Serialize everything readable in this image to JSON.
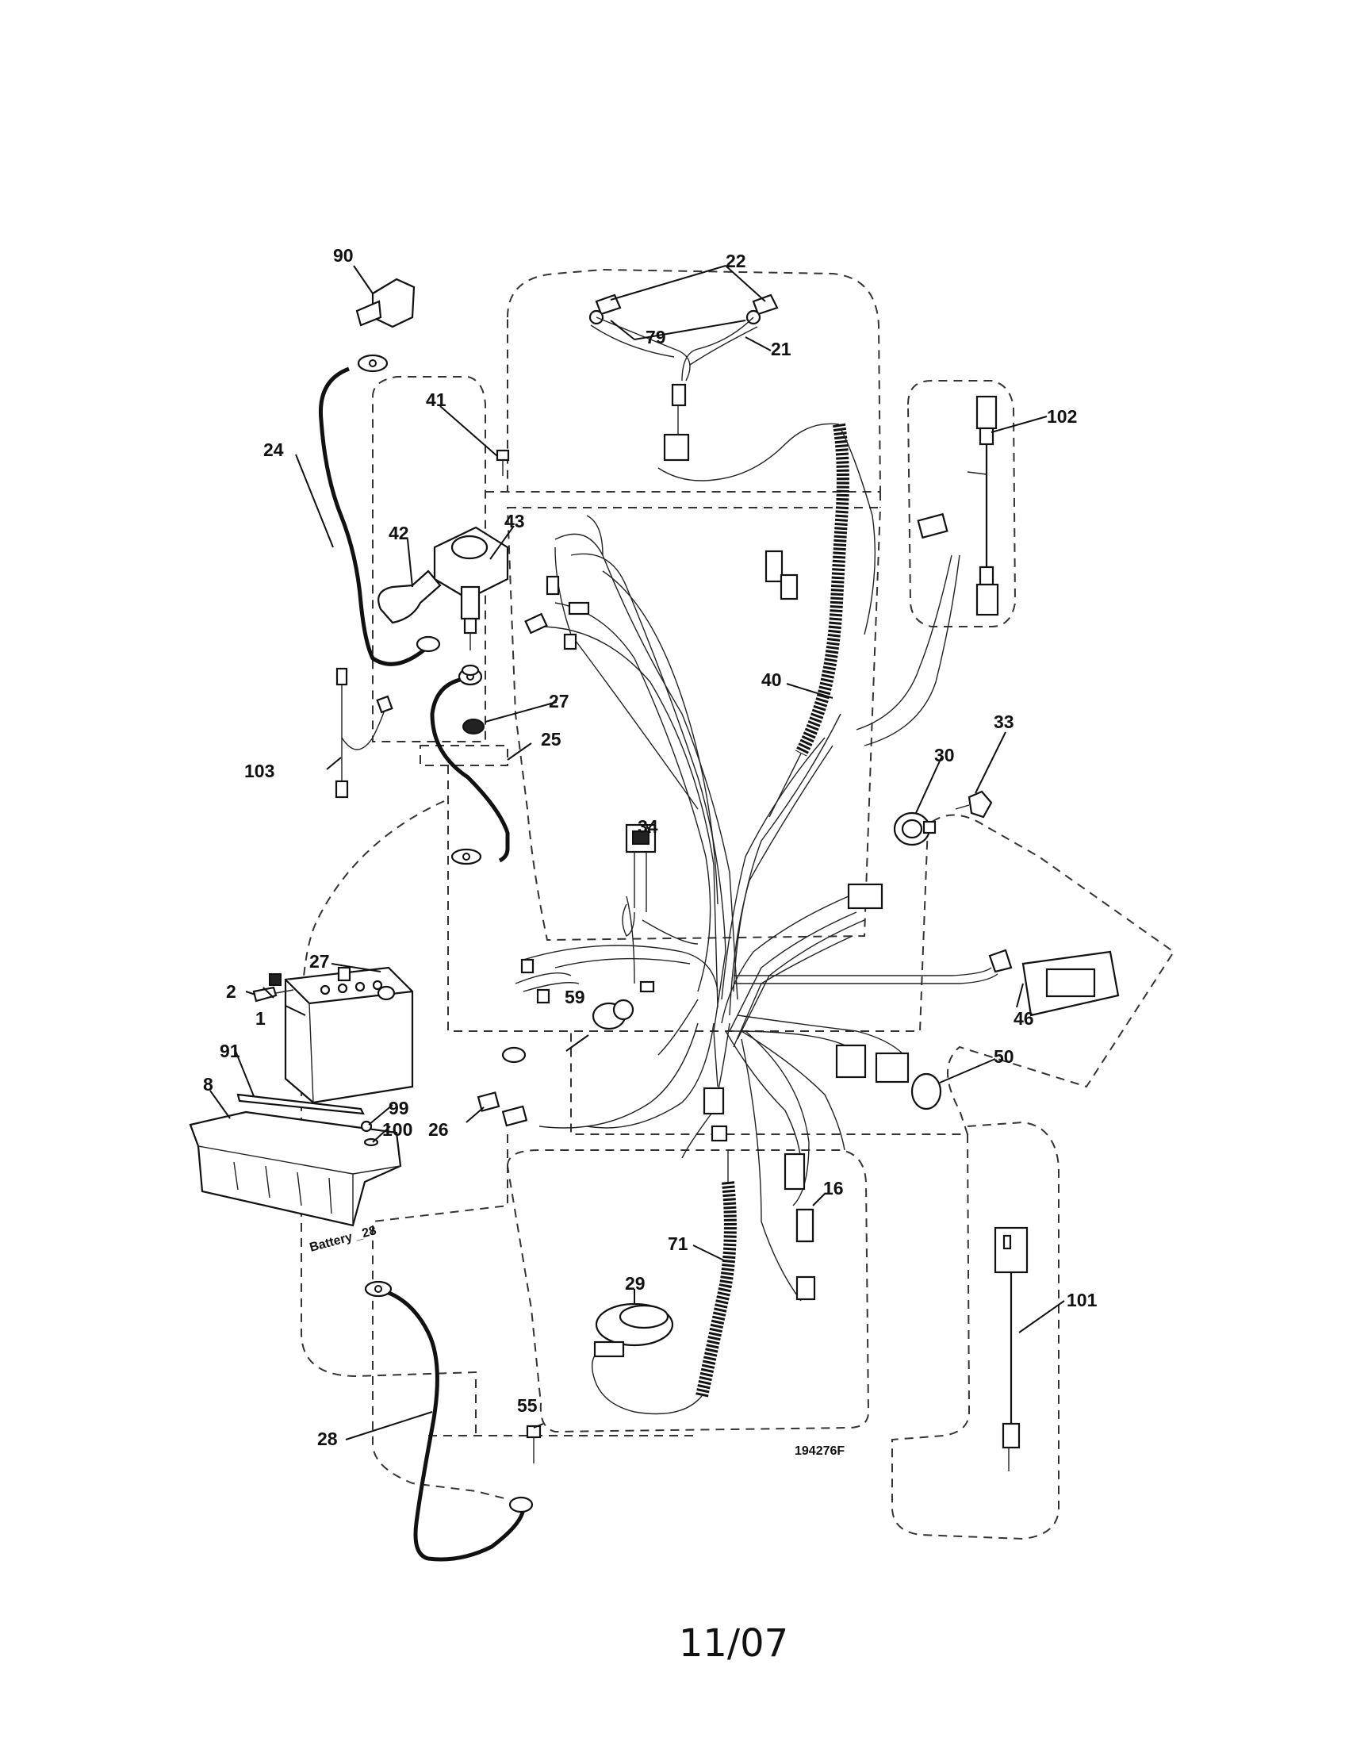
{
  "diagram": {
    "drawing_number": "194276F",
    "battery_label": "Battery _28",
    "footer_date": "11/07",
    "callouts": {
      "c1": "1",
      "c2": "2",
      "c8": "8",
      "c16": "16",
      "c21": "21",
      "c22": "22",
      "c24": "24",
      "c25": "25",
      "c26": "26",
      "c27a": "27",
      "c27b": "27",
      "c28": "28",
      "c29": "29",
      "c30": "30",
      "c33": "33",
      "c34": "34",
      "c40": "40",
      "c41": "41",
      "c42": "42",
      "c43": "43",
      "c46": "46",
      "c50": "50",
      "c55": "55",
      "c59": "59",
      "c71": "71",
      "c79": "79",
      "c90": "90",
      "c91": "91",
      "c99": "99",
      "c100": "100",
      "c101": "101",
      "c102": "102",
      "c103": "103"
    }
  }
}
